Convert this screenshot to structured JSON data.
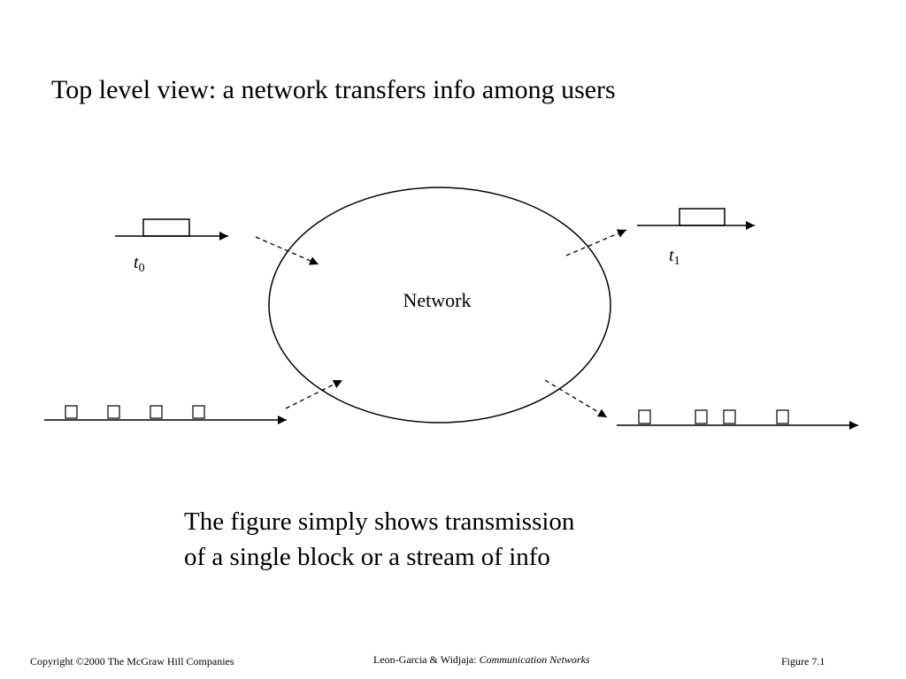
{
  "slide": {
    "title": "Top level view: a network transfers info among users",
    "caption_lines": [
      "The figure simply shows transmission",
      "of a single block or a stream of info"
    ]
  },
  "diagram": {
    "network_label": "Network",
    "time_labels": {
      "t0": {
        "base": "t",
        "sub": "0"
      },
      "t1": {
        "base": "t",
        "sub": "1"
      }
    }
  },
  "footer": {
    "copyright": "Copyright ©2000 The McGraw Hill Companies",
    "authors": "Leon-Garcia & Widjaja:",
    "book": "Communication Networks",
    "figure": "Figure 7.1"
  }
}
